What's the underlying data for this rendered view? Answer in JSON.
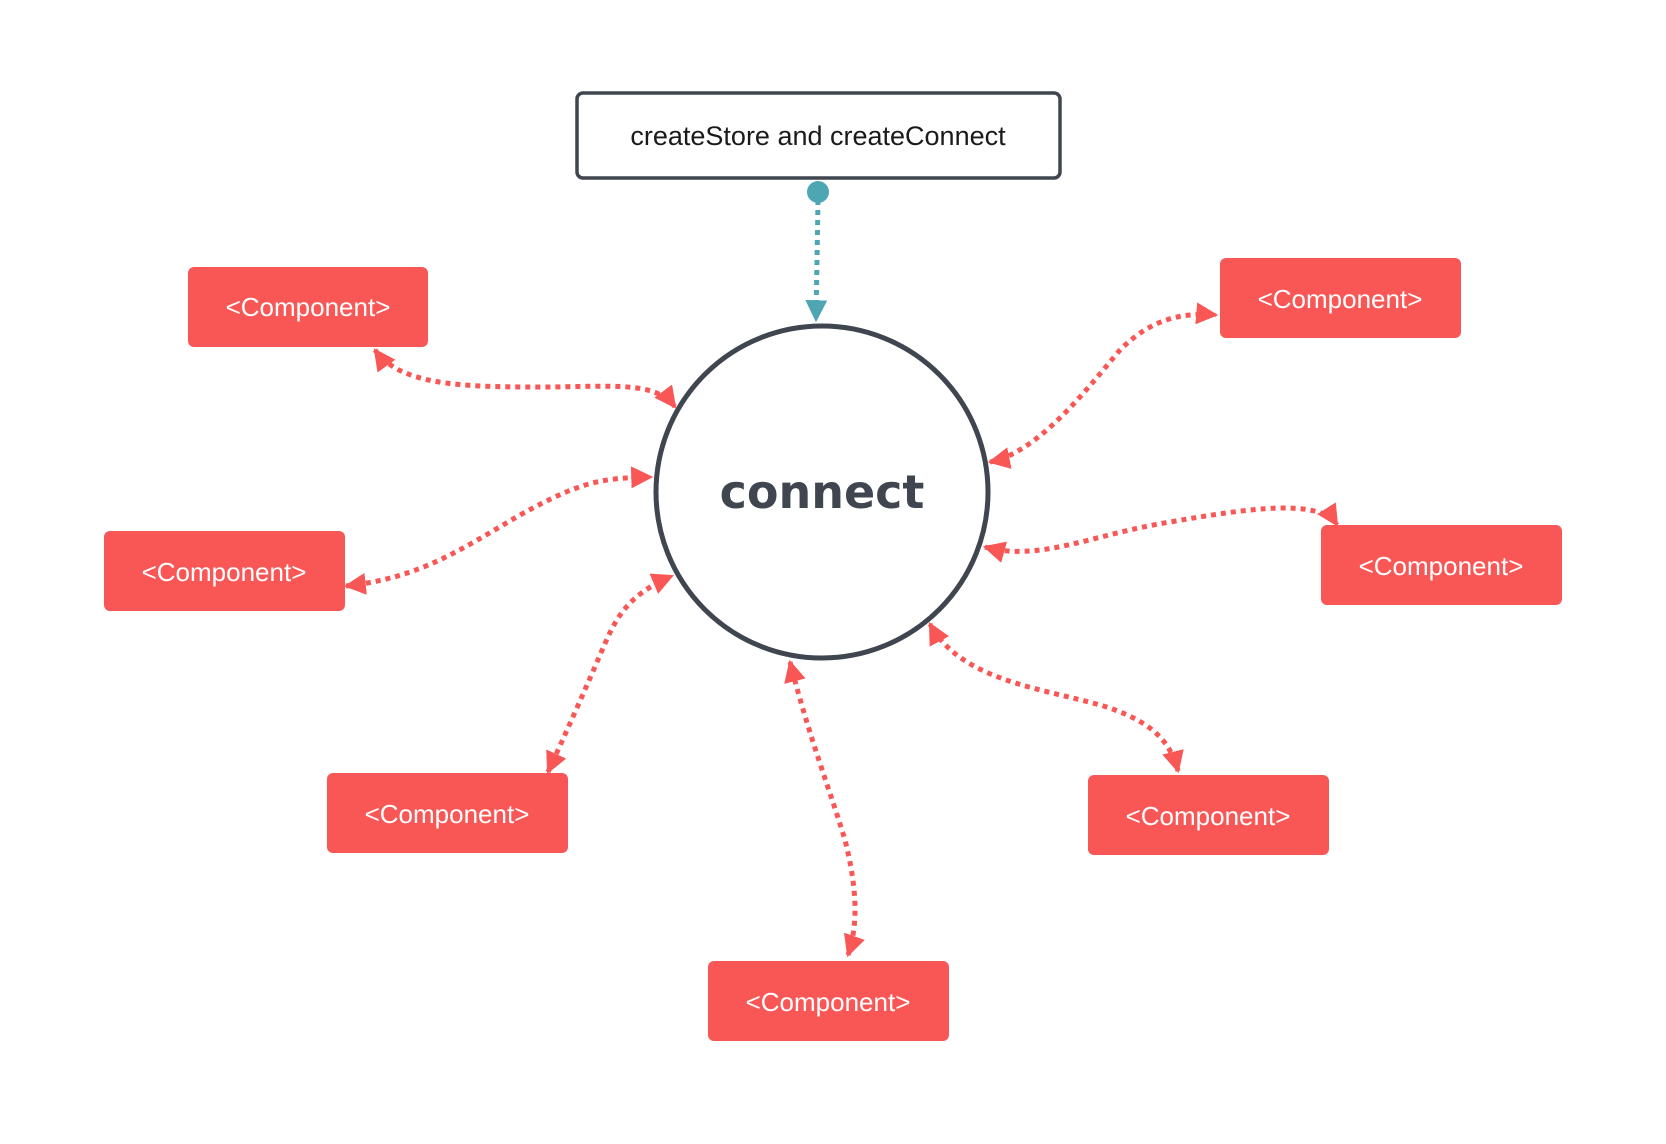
{
  "colors": {
    "component": "#f95656",
    "connector": "#f95656",
    "store_connector": "#4ea6b2",
    "outline": "#3f4650",
    "background": "#ffffff"
  },
  "store": {
    "label": "createStore and createConnect"
  },
  "hub": {
    "label": "connect"
  },
  "components": [
    {
      "label": "<Component>"
    },
    {
      "label": "<Component>"
    },
    {
      "label": "<Component>"
    },
    {
      "label": "<Component>"
    },
    {
      "label": "<Component>"
    },
    {
      "label": "<Component>"
    },
    {
      "label": "<Component>"
    }
  ]
}
